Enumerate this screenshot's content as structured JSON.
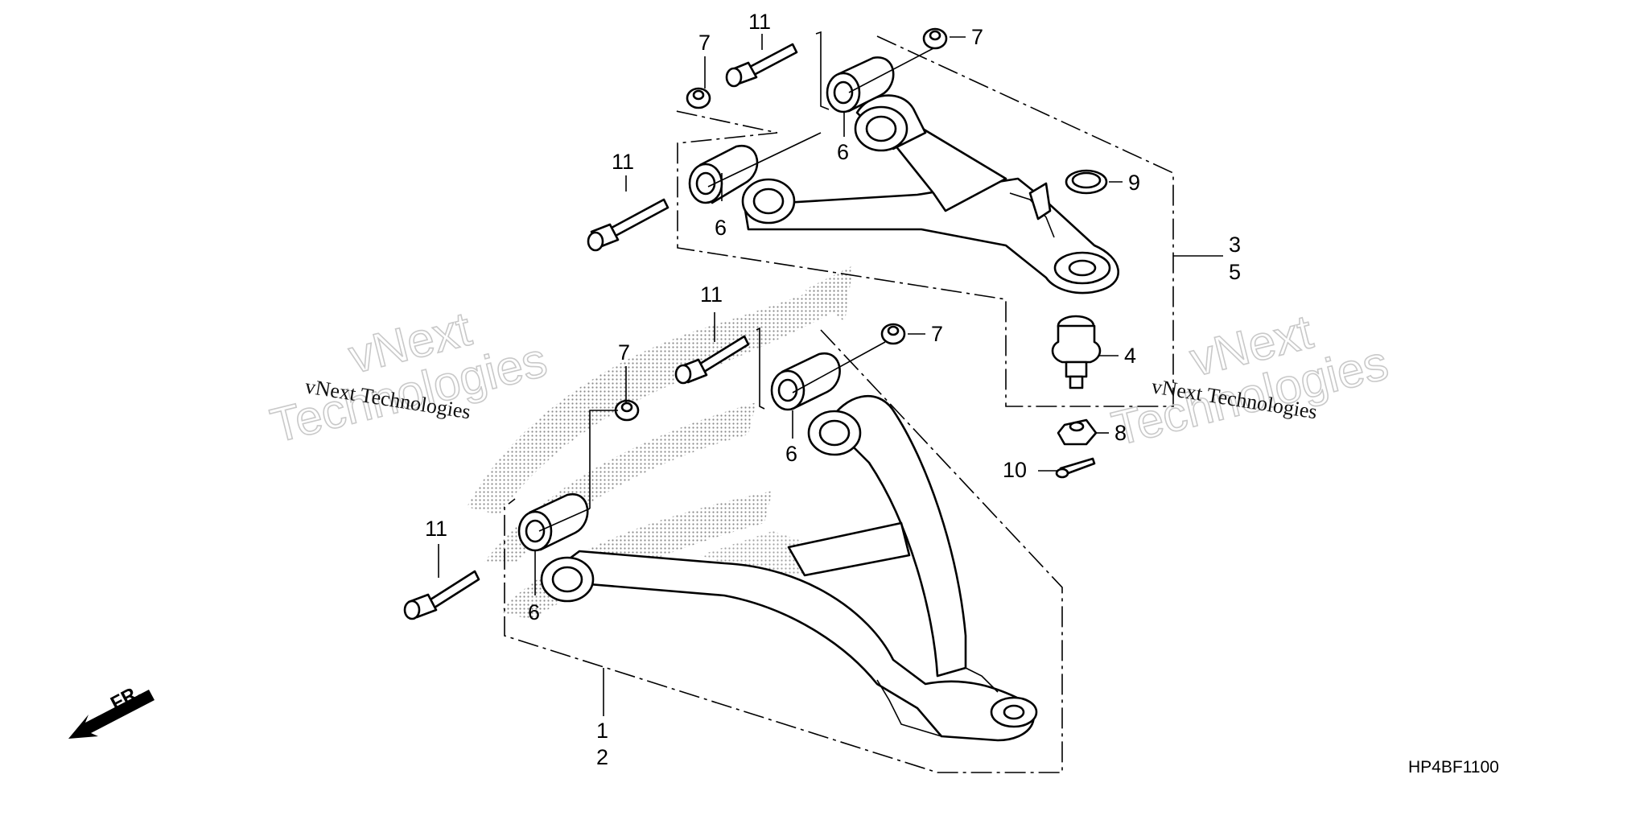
{
  "diagram": {
    "part_callouts": [
      {
        "id": "c7a",
        "text": "7"
      },
      {
        "id": "c11a",
        "text": "11"
      },
      {
        "id": "c7b",
        "text": "7"
      },
      {
        "id": "c6a",
        "text": "6"
      },
      {
        "id": "c11b",
        "text": "11"
      },
      {
        "id": "c9",
        "text": "9"
      },
      {
        "id": "c6b",
        "text": "6"
      },
      {
        "id": "c3",
        "text": "3"
      },
      {
        "id": "c5",
        "text": "5"
      },
      {
        "id": "c11c",
        "text": "11"
      },
      {
        "id": "c7c",
        "text": "7"
      },
      {
        "id": "c7d",
        "text": "7"
      },
      {
        "id": "c4",
        "text": "4"
      },
      {
        "id": "c6c",
        "text": "6"
      },
      {
        "id": "c8",
        "text": "8"
      },
      {
        "id": "c10",
        "text": "10"
      },
      {
        "id": "c11d",
        "text": "11"
      },
      {
        "id": "c6d",
        "text": "6"
      },
      {
        "id": "c1",
        "text": "1"
      },
      {
        "id": "c2",
        "text": "2"
      }
    ],
    "front_direction_label": "FR.",
    "diagram_code": "HP4BF1100",
    "watermarks": [
      {
        "line1": "vNext",
        "line2": "Technologies",
        "caption": "vNext Technologies"
      },
      {
        "line1": "vNext",
        "line2": "Technologies",
        "caption": "vNext Technologies"
      }
    ]
  }
}
